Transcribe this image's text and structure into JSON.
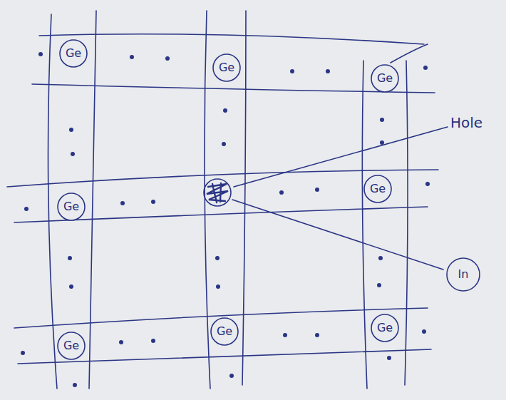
{
  "diagram": {
    "nodes": [
      {
        "text": [
          "Ge"
        ]
      },
      {
        "text": [
          "Ge"
        ]
      },
      {
        "text": [
          "Ge"
        ]
      },
      {
        "text": [
          "Ge"
        ]
      },
      {
        "text": [
          "Ge"
        ]
      },
      {
        "text": [
          "In"
        ]
      },
      {
        "text": [
          "Ge"
        ]
      },
      {
        "text": [
          "Ge"
        ]
      },
      {
        "text": [
          "Ge"
        ]
      }
    ],
    "labels": [
      "Hole"
    ]
  }
}
